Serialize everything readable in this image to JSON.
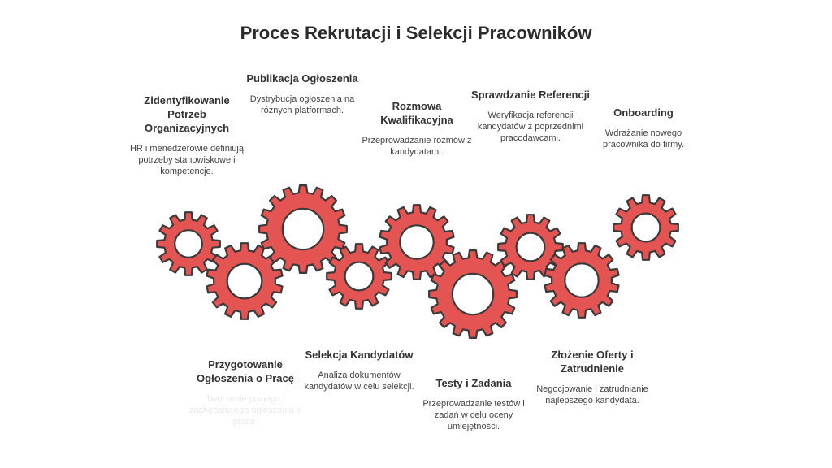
{
  "title": "Proces Rekrutacji i Selekcji Pracowników",
  "colors": {
    "gear_fill": "#e35452",
    "gear_stroke": "#3a3a3a",
    "gear_hole": "#ffffff"
  },
  "steps": [
    {
      "title": "Zidentyfikowanie Potrzeb Organizacyjnych",
      "desc": "HR i menedżerowie definiują potrzeby stanowiskowe i kompetencje."
    },
    {
      "title": "Przygotowanie Ogłoszenia o Pracę",
      "desc": "Tworzenie jasnego i zachęcającego ogłoszenia o pracę."
    },
    {
      "title": "Publikacja Ogłoszenia",
      "desc": "Dystrybucja ogłoszenia na różnych platformach."
    },
    {
      "title": "Selekcja Kandydatów",
      "desc": "Analiza dokumentów kandydatów w celu selekcji."
    },
    {
      "title": "Rozmowa Kwalifikacyjna",
      "desc": "Przeprowadzanie rozmów z kandydatami."
    },
    {
      "title": "Testy i Zadania",
      "desc": "Przeprowadzanie testów i zadań w celu oceny umiejętności."
    },
    {
      "title": "Sprawdzanie Referencji",
      "desc": "Weryfikacja referencji kandydatów z poprzednimi pracodawcami."
    },
    {
      "title": "Złożenie Oferty i Zatrudnienie",
      "desc": "Negocjowanie i zatrudnianie najlepszego kandydata."
    },
    {
      "title": "Onboarding",
      "desc": "Wdrażanie nowego pracownika do firmy."
    }
  ]
}
